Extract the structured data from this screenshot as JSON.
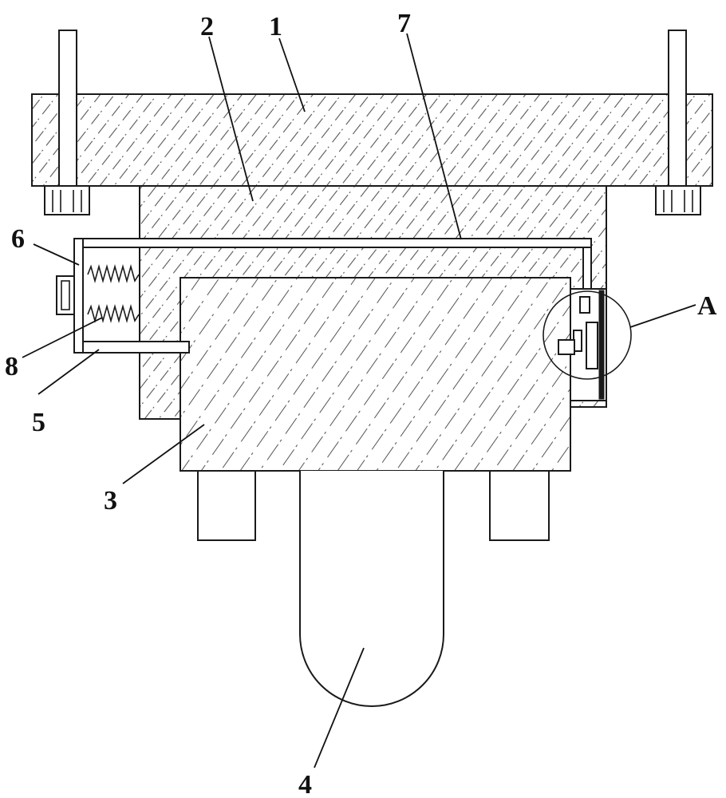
{
  "labels": {
    "part_1": "1",
    "part_2": "2",
    "part_3": "3",
    "part_4": "4",
    "part_5": "5",
    "part_6": "6",
    "part_7": "7",
    "part_8": "8",
    "detail_a": "A"
  },
  "colors": {
    "line": "#1a1a1a",
    "hatch": "#555555",
    "background": "#ffffff"
  }
}
